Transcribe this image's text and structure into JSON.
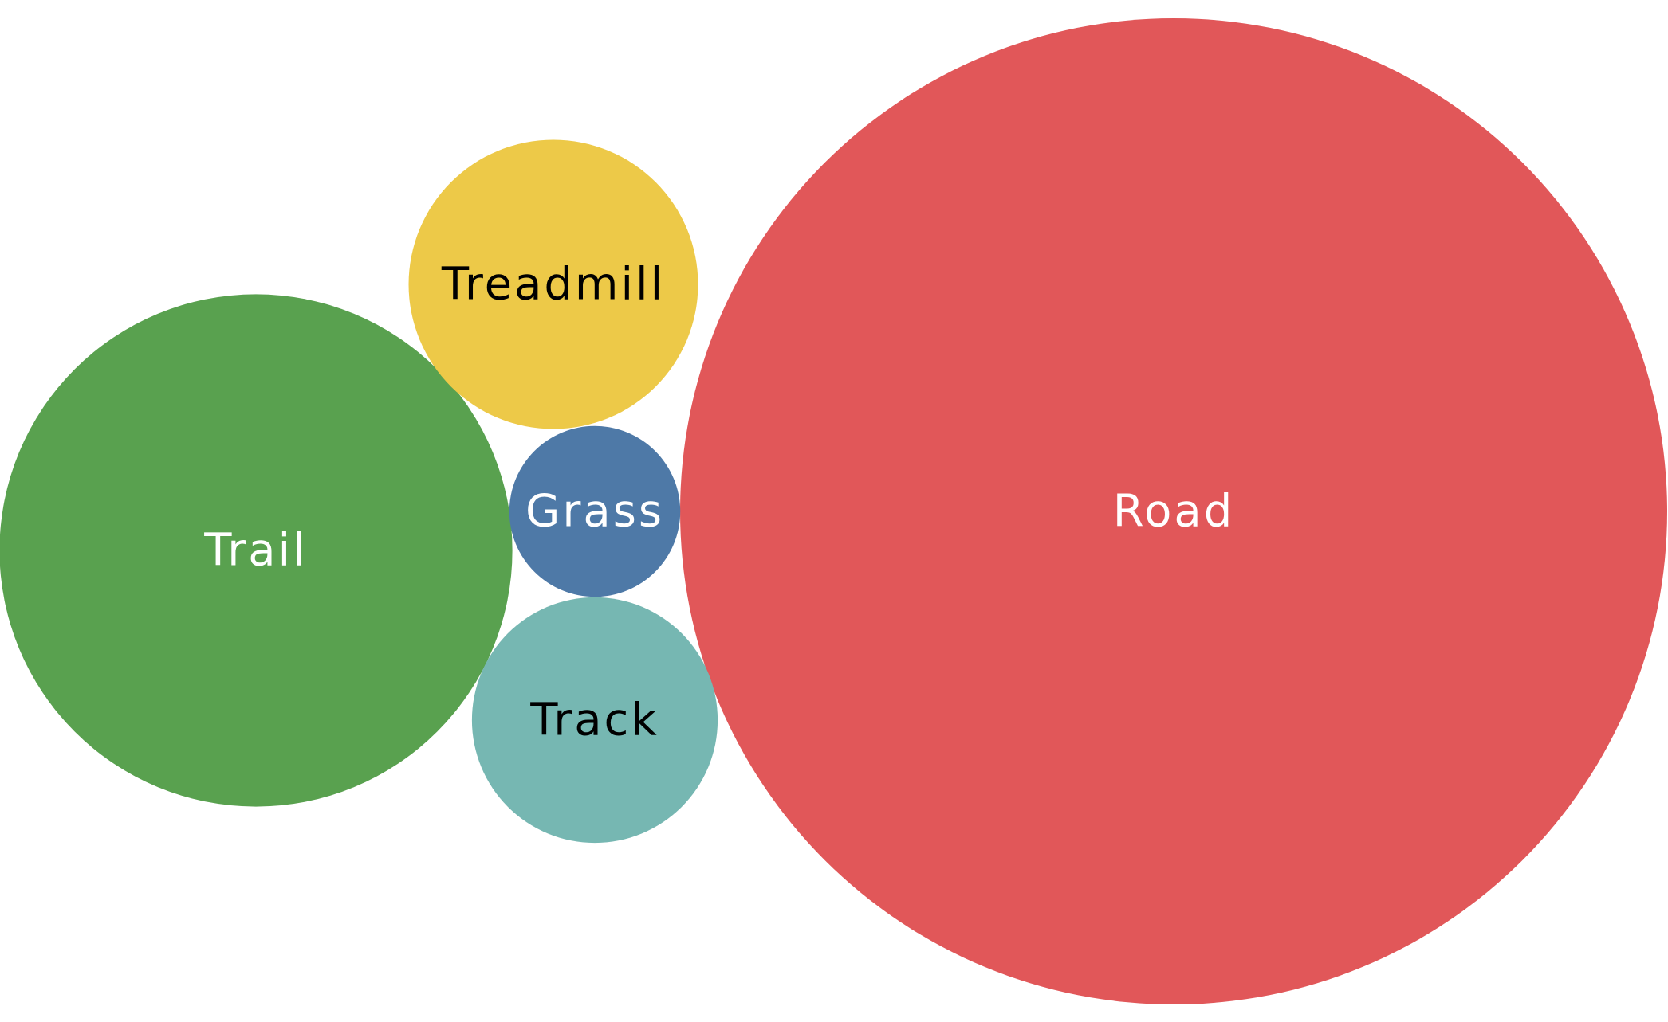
{
  "chart_data": {
    "type": "bubble",
    "title": "",
    "categories": [
      "Road",
      "Trail",
      "Treadmill",
      "Track",
      "Grass"
    ],
    "values": [
      100,
      27,
      8.6,
      6.2,
      3.0
    ],
    "colors": [
      "#e15759",
      "#59a14f",
      "#edc948",
      "#76b7b2",
      "#4e79a7"
    ],
    "label_colors": [
      "#ffffff",
      "#ffffff",
      "#000000",
      "#000000",
      "#ffffff"
    ]
  }
}
